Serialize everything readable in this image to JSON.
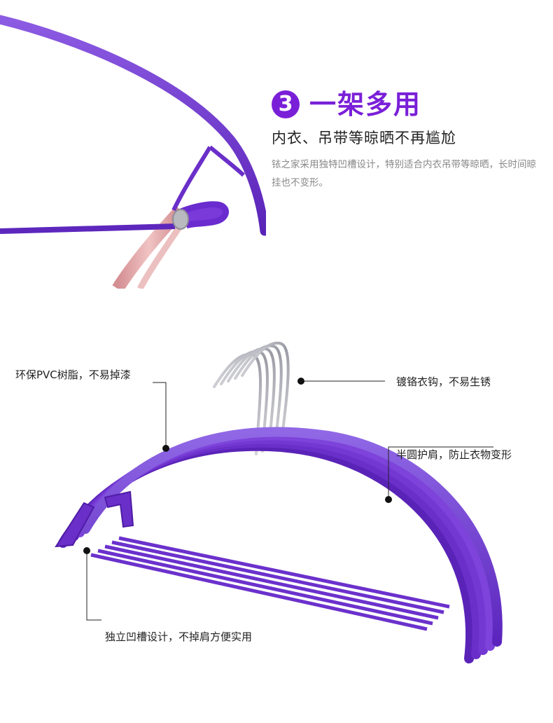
{
  "feature": {
    "number": "3",
    "title": "一架多用",
    "subtitle": "内衣、吊带等晾晒不再尴尬",
    "description": "铱之家采用独特凹槽设计，特别适合内衣吊带等晾晒，长时间晾挂也不变形。"
  },
  "callouts": {
    "pvc": "环保PVC树脂，不易掉漆",
    "hook": "镀铬衣钩，不易生锈",
    "shoulder": "半圆护肩，防止衣物变形",
    "groove": "独立凹槽设计，不掉肩方便实用"
  },
  "colors": {
    "accent": "#7a1fd8",
    "hanger_purple": "#6a2fc9",
    "chrome": "#b9b9c0",
    "strap_pink": "#e3a6a6"
  }
}
